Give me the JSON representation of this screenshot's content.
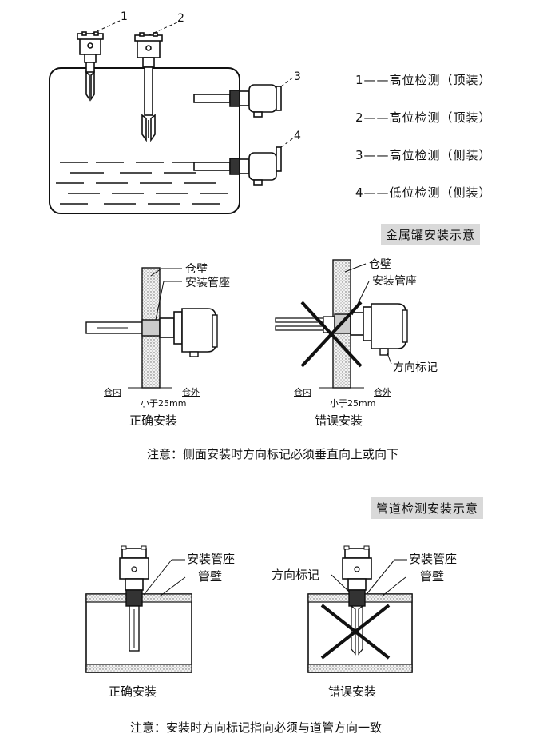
{
  "top": {
    "markers": [
      "1",
      "2",
      "3",
      "4"
    ],
    "legend": [
      "1——高位检测（顶装）",
      "2——高位检测（顶装）",
      "3——高位检测（侧装）",
      "4——低位检测（侧装）"
    ],
    "banner": "金属罐安装示意"
  },
  "side": {
    "wall_label": "仓壁",
    "seat_label": "安装管座",
    "direction_label": "方向标记",
    "inside_label": "仓内",
    "outside_label": "仓外",
    "gap_label": "小于25mm",
    "correct_label": "正确安装",
    "wrong_label": "错误安装",
    "note": "注意：侧面安装时方向标记必须垂直向上或向下"
  },
  "pipe": {
    "banner": "管道检测安装示意",
    "seat_label": "安装管座",
    "wall_label": "管壁",
    "direction_label": "方向标记",
    "correct_label": "正确安装",
    "wrong_label": "错误安装",
    "note": "注意：安装时方向标记指向必须与道管方向一致"
  }
}
